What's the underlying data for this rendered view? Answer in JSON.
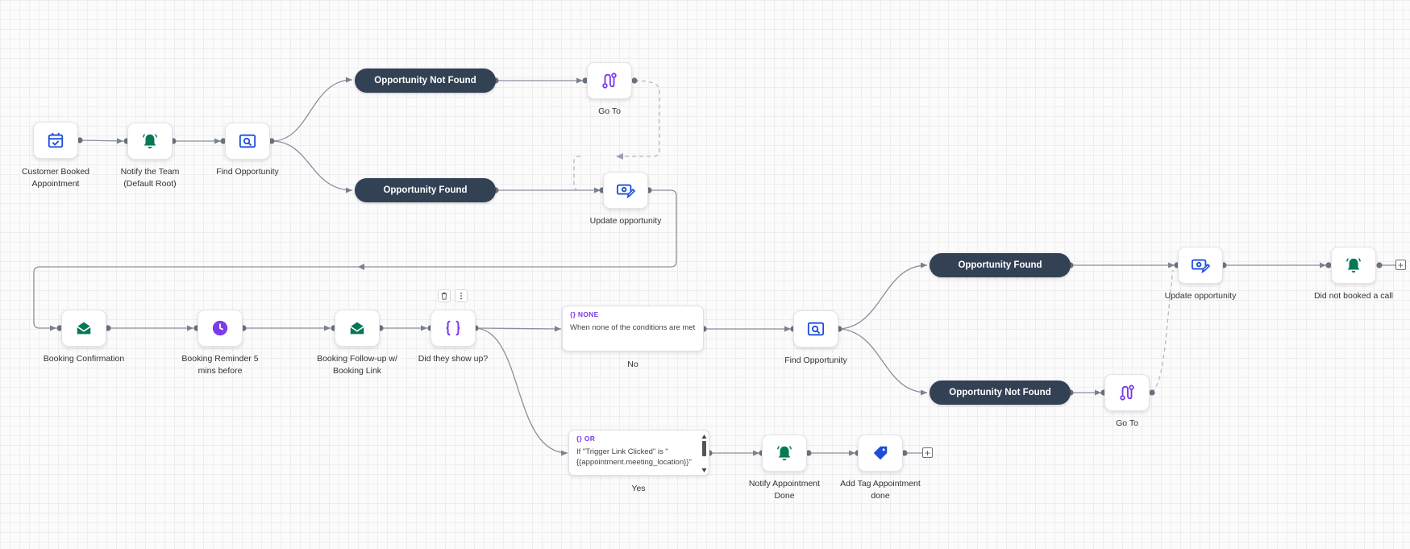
{
  "nodes": {
    "customer_booked": {
      "label": "Customer Booked Appointment",
      "icon": "calendar-check-icon"
    },
    "notify_team": {
      "label": "Notify the Team (Default Root)",
      "icon": "bell-icon"
    },
    "find_opp_1": {
      "label": "Find Opportunity",
      "icon": "search-window-icon"
    },
    "opp_not_found_1": {
      "label": "Opportunity Not Found"
    },
    "opp_found_1": {
      "label": "Opportunity Found"
    },
    "goto_1": {
      "label": "Go To",
      "icon": "goto-route-icon"
    },
    "update_opp_1": {
      "label": "Update opportunity",
      "icon": "money-edit-icon"
    },
    "booking_confirmation": {
      "label": "Booking Confirmation",
      "icon": "email-open-icon"
    },
    "booking_reminder": {
      "label": "Booking Reminder 5 mins before",
      "icon": "clock-icon"
    },
    "booking_followup": {
      "label": "Booking Follow-up w/ Booking Link",
      "icon": "email-open-icon"
    },
    "did_they_show": {
      "label": "Did they show up?",
      "icon": "curly-braces-icon"
    },
    "cond_none": {
      "tag": "NONE",
      "text": "When none of the conditions are met",
      "branch": "No"
    },
    "cond_or": {
      "tag": "OR",
      "text": "If \"Trigger Link Clicked\" is \"{{appointment.meeting_location}}\"",
      "branch": "Yes"
    },
    "find_opp_2": {
      "label": "Find Opportunity",
      "icon": "search-window-icon"
    },
    "opp_found_2": {
      "label": "Opportunity Found"
    },
    "opp_not_found_2": {
      "label": "Opportunity Not Found"
    },
    "update_opp_2": {
      "label": "Update opportunity",
      "icon": "money-edit-icon"
    },
    "goto_2": {
      "label": "Go To",
      "icon": "goto-route-icon"
    },
    "did_not_book": {
      "label": "Did not booked a call",
      "icon": "bell-icon"
    },
    "notify_done": {
      "label": "Notify Appointment Done",
      "icon": "bell-icon"
    },
    "add_tag": {
      "label": "Add Tag Appointment done",
      "icon": "tag-icon"
    }
  },
  "colors": {
    "blue": "#1d4ed8",
    "green": "#047857",
    "purple": "#7c3aed",
    "pill": "#334155",
    "edge": "#7b8190"
  }
}
